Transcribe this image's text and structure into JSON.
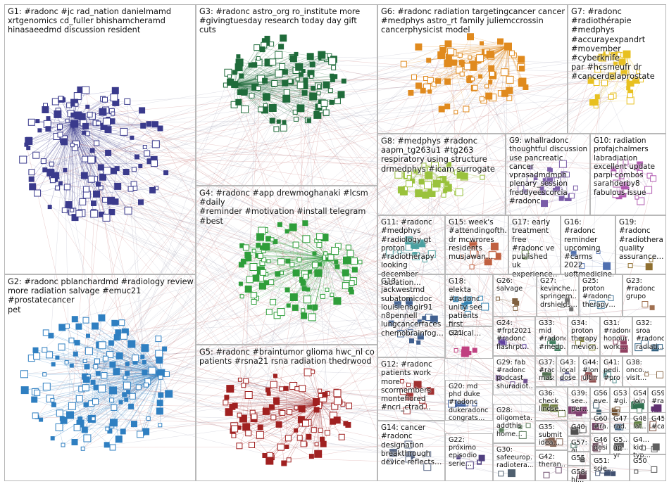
{
  "groups": [
    {
      "id": "G1",
      "label": "G1: #radonc #jc rad_nation danielmamd\nxrtgenomics cd_fuller bhishamcheramd\nhinasaeedmd discussion resident",
      "color": "#3a3a8c"
    },
    {
      "id": "G2",
      "label": "G2: #radonc pblanchardmd #radiology review\nmore radiation salvage #emuc21 #prostatecancer\npet",
      "color": "#2f7fc1"
    },
    {
      "id": "G3",
      "label": "G3: #radonc astro_org ro_institute more\n#givingtuesday research today day gift cuts",
      "color": "#1f6b3a"
    },
    {
      "id": "G4",
      "label": "G4: #radonc #app drewmoghanaki #lcsm #daily\n#reminder #motivation #install telegram #best",
      "color": "#2e9e3a"
    },
    {
      "id": "G5",
      "label": "G5: #radonc #braintumor glioma hwc_nl co\npatients #rsna21 rsna radiation thedrwood",
      "color": "#a02020"
    },
    {
      "id": "G6",
      "label": "G6: #radonc radiation targetingcancer cancer\n#medphys astro_rt family juliemccrossin\ncancerphysicist model",
      "color": "#e08a1e"
    },
    {
      "id": "G7",
      "label": "G7: #radonc\n#radiothérapie #medphys\n#accurayexpandrt\n#movember #cyberknife\npar #hcsmeufr dr\n#cancerdelaprostate",
      "color": "#e8c020"
    },
    {
      "id": "G8",
      "label": "G8: #medphys #radonc\naapm_tg263u1 #tg263\nrespiratory using structure\ndrmedphys #icam surrogate",
      "color": "#9ac23c"
    },
    {
      "id": "G9",
      "label": "G9: whallradonc\nthoughtful discussion\nuse pancreatic cancer\nvprasadmdmph\nplenary_session\nfreddyeescorcia\n#radonc",
      "color": "#7a5ca8"
    },
    {
      "id": "G10",
      "label": "G10: radiation\nprofajchalmers\nlabradiation\nexcellent update\nparpi combos\nsarahderby8\nfabulous issue",
      "color": "#b05ab0"
    },
    {
      "id": "G11",
      "label": "G11: #radonc\n#medphys\n#radiology gt\nproton\n#radiotherapy\nlooking december\nradiation…",
      "color": "#4aa0a0"
    },
    {
      "id": "G15",
      "label": "G15: week's\n#attendingofth…\ndr mcwrores\nresidents\nmusjawan…",
      "color": "#c06040"
    },
    {
      "id": "G17",
      "label": "G17: early\ntreatment free\n#radonc ve\npublished uk\nexperience…",
      "color": "#608040"
    },
    {
      "id": "G16",
      "label": "G16: #radonc\nreminder\nupcoming\n#carms 2022\nuoftmedicine…",
      "color": "#5070b0"
    },
    {
      "id": "G19",
      "label": "G19:\n#radonc\n#radiothera…\nquality\nassurance…",
      "color": "#907030"
    },
    {
      "id": "G13",
      "label": "G13: jackwestmd\nsubatomicdoc\nlouisienagir91\nn8pennell\nlungcancerfaces\nchemobrainfog…",
      "color": "#406090"
    },
    {
      "id": "G18",
      "label": "G18: elekta\n#radonc\nunity see\npatients first\nclinical…",
      "color": "#3080b0"
    },
    {
      "id": "G26",
      "label": "G26:\nsalvage",
      "color": "#806040"
    },
    {
      "id": "G27",
      "label": "G27:\nkevinche…\nspringern…\ndrshields…",
      "color": "#707070"
    },
    {
      "id": "G25",
      "label": "G25:\nproton\n#radonc\ntherapy…",
      "color": "#5080a0"
    },
    {
      "id": "G23",
      "label": "G23:\n#radonc\ngrupo",
      "color": "#a07050"
    },
    {
      "id": "G21",
      "label": "G21",
      "color": "#c04080"
    },
    {
      "id": "G24",
      "label": "G24:\n#frpt2021\n#radonc\nflashrpt…",
      "color": "#6040a0"
    },
    {
      "id": "G33",
      "label": "G33:\nmid\n#radonc\n#medo…",
      "color": "#408060"
    },
    {
      "id": "G34",
      "label": "G34:\nproton\ntherapy\nmevion…",
      "color": "#808030"
    },
    {
      "id": "G31",
      "label": "G31:\n#radonc\nhonour…\nwork…",
      "color": "#904060"
    },
    {
      "id": "G32",
      "label": "G32:\nsroa\n#radonc\nradiati…",
      "color": "#306080"
    },
    {
      "id": "G12",
      "label": "G12: #radonc\npatients work\nmore\nscormembers\nmontefiored\n#ncri_ctrad…",
      "color": "#a03030"
    },
    {
      "id": "G29",
      "label": "G29: fab\n#radonc\npodcast\nshuradiot…",
      "color": "#705090"
    },
    {
      "id": "G37",
      "label": "G37:\n#rado…\nmassi…",
      "color": "#507050"
    },
    {
      "id": "G43",
      "label": "G43:\nlocal\ndose…",
      "color": "#606090"
    },
    {
      "id": "G44",
      "label": "G44:\n#lom…\núltim…",
      "color": "#905050"
    },
    {
      "id": "G41",
      "label": "G41:\npedi…\n#prot…",
      "color": "#509090"
    },
    {
      "id": "G38",
      "label": "G38:\nonco…\nvisit…",
      "color": "#907050"
    },
    {
      "id": "G20",
      "label": "G20: md\nphd duke\n#radonc\ndukeradonc\ncongrats…",
      "color": "#4060a0"
    },
    {
      "id": "G36",
      "label": "G36:\ncheck\nlindse…",
      "color": "#708040"
    },
    {
      "id": "G39",
      "label": "G39:\nsee…\nper…",
      "color": "#804070"
    },
    {
      "id": "G56",
      "label": "G56:\neve…",
      "color": "#406070"
    },
    {
      "id": "G53",
      "label": "G53:\n#gi…",
      "color": "#705030"
    },
    {
      "id": "G54",
      "label": "G54:\njoin…",
      "color": "#307050"
    },
    {
      "id": "G59",
      "label": "G59:\n#ra…",
      "color": "#603070"
    },
    {
      "id": "G14",
      "label": "G14: cancer\n#radonc\ndesignation\nbreakthrough\ndevice reflects…",
      "color": "#506080"
    },
    {
      "id": "G28",
      "label": "G28:\noligometa…\naddthis\nhome…",
      "color": "#608060"
    },
    {
      "id": "G35",
      "label": "G35:\nsubmit\nidea…",
      "color": "#806050"
    },
    {
      "id": "G40",
      "label": "G40",
      "color": "#505050"
    },
    {
      "id": "G60",
      "label": "G60:\n#ra…",
      "color": "#704060"
    },
    {
      "id": "G47",
      "label": "G47:\nrad…",
      "color": "#406080"
    },
    {
      "id": "G48",
      "label": "G48:\nlat…",
      "color": "#608040"
    },
    {
      "id": "G45",
      "label": "G45:\n#ca…",
      "color": "#805040"
    },
    {
      "id": "G22",
      "label": "G22:\npróximo\nepisodio\nserie…",
      "color": "#504080"
    },
    {
      "id": "G57",
      "label": "G57:\nai",
      "color": "#407060"
    },
    {
      "id": "G46",
      "label": "G46:\ndesi…",
      "color": "#705060"
    },
    {
      "id": "G5x",
      "label": "G5…\nap…\nyr",
      "color": "#606060"
    },
    {
      "id": "G4x",
      "label": "G4…\nkid\ntyp…",
      "color": "#606060"
    },
    {
      "id": "G30",
      "label": "G30:\nsafeeurop…\nradiotera…",
      "color": "#506070"
    },
    {
      "id": "G42",
      "label": "G42:\ntheran…",
      "color": "#705070"
    },
    {
      "id": "G55",
      "label": "G55",
      "color": "#505050"
    },
    {
      "id": "G58",
      "label": "G58:\nhi…",
      "color": "#604050"
    },
    {
      "id": "G51",
      "label": "G51:\nscie…",
      "color": "#405070"
    },
    {
      "id": "G50",
      "label": "G50",
      "color": "#505050"
    }
  ],
  "edge_color": "#8a8aa0",
  "edge_color_red": "#b04040"
}
